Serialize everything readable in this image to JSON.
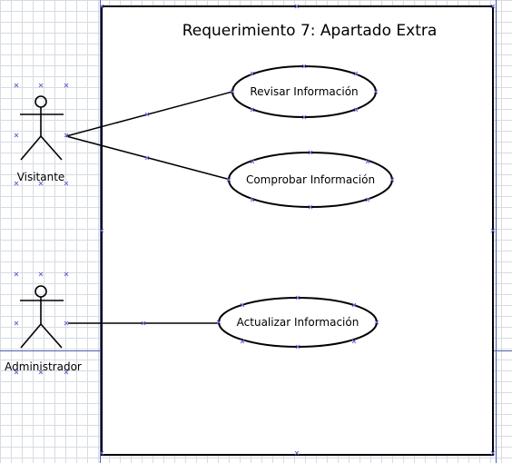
{
  "system": {
    "title": "Requerimiento 7: Apartado Extra"
  },
  "actors": [
    {
      "id": "visitante",
      "label": "Visitante"
    },
    {
      "id": "administrador",
      "label": "Administrador"
    }
  ],
  "use_cases": [
    {
      "id": "revisar",
      "label": "Revisar Información"
    },
    {
      "id": "comprobar",
      "label": "Comprobar Información"
    },
    {
      "id": "actualizar",
      "label": "Actualizar Información"
    }
  ],
  "associations": [
    {
      "actor": "Visitante",
      "use_case": "Revisar Información"
    },
    {
      "actor": "Visitante",
      "use_case": "Comprobar Información"
    },
    {
      "actor": "Administrador",
      "use_case": "Actualizar Información"
    }
  ],
  "colors": {
    "line": "#000000",
    "page_edge": "#4a5fb0",
    "handle": "#6a6ad0",
    "grid": "#d6dbe3"
  }
}
